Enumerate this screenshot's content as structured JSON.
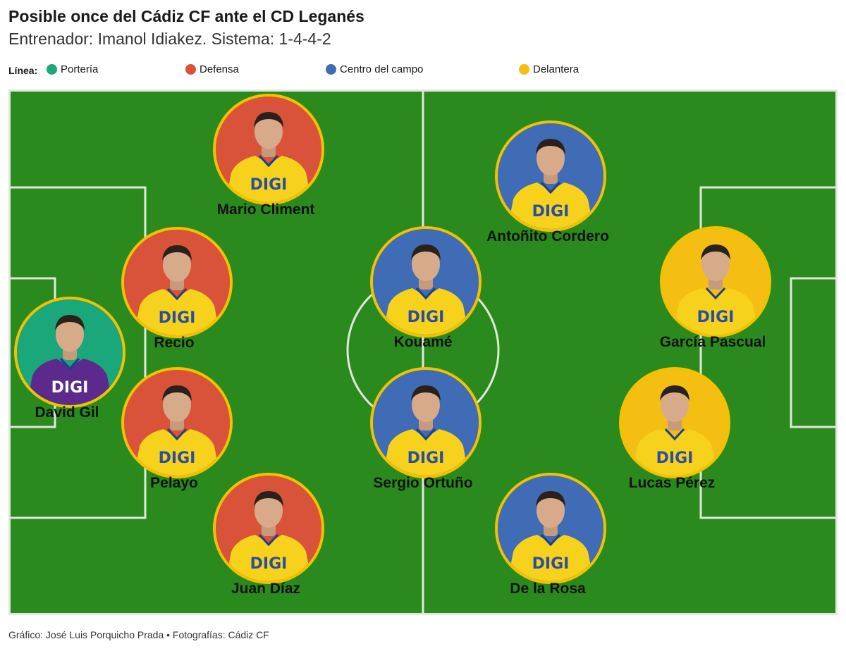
{
  "header": {
    "title": "Posible once del Cádiz CF ante el CD Leganés",
    "subtitle": "Entrenador: Imanol Idiakez. Sistema: 1-4-4-2"
  },
  "legend": {
    "label": "Línea:",
    "items": [
      {
        "label": "Portería",
        "color": "#1aa77a"
      },
      {
        "label": "Defensa",
        "color": "#d9533a"
      },
      {
        "label": "Centro del campo",
        "color": "#3f6cb5"
      },
      {
        "label": "Delantera",
        "color": "#f4be12"
      }
    ]
  },
  "pitch": {
    "grass_color": "#2b8a1e",
    "line_color": "#dfe8da"
  },
  "players": [
    {
      "name": "David Gil",
      "line": "Portería",
      "shirt": "purple"
    },
    {
      "name": "Mario Climent",
      "line": "Defensa",
      "shirt": "yellow"
    },
    {
      "name": "Recio",
      "line": "Defensa",
      "shirt": "yellow"
    },
    {
      "name": "Pelayo",
      "line": "Defensa",
      "shirt": "yellow"
    },
    {
      "name": "Juan Díaz",
      "line": "Defensa",
      "shirt": "yellow"
    },
    {
      "name": "Antoñito Cordero",
      "line": "Centro del campo",
      "shirt": "yellow"
    },
    {
      "name": "Kouamé",
      "line": "Centro del campo",
      "shirt": "yellow"
    },
    {
      "name": "Sergio Ortuño",
      "line": "Centro del campo",
      "shirt": "yellow"
    },
    {
      "name": "De la Rosa",
      "line": "Centro del campo",
      "shirt": "yellow"
    },
    {
      "name": "García Pascual",
      "line": "Delantera",
      "shirt": "yellow"
    },
    {
      "name": "Lucas Pérez",
      "line": "Delantera",
      "shirt": "yellow"
    }
  ],
  "sponsor": "DIGI",
  "footer": "Gráfico: José Luis Porquicho Prada • Fotografías: Cádiz CF"
}
